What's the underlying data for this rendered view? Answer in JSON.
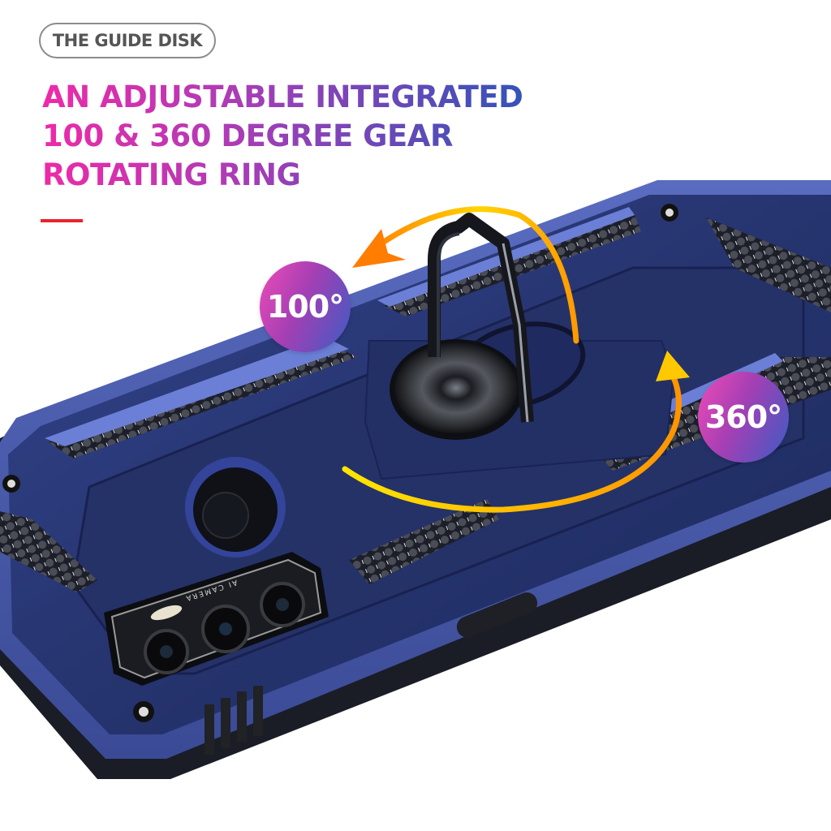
{
  "badge": {
    "label": "THE GUIDE DISK"
  },
  "headline": {
    "lines": [
      "AN ADJUSTABLE INTEGRATED",
      "100 & 360 DEGREE GEAR",
      "ROTATING RING"
    ],
    "gradient": [
      "#ee2aa8",
      "#b23bb5",
      "#7c45b7",
      "#2a55b8"
    ]
  },
  "accent_rule_color": "#e8242b",
  "rotation_badges": {
    "tilt": {
      "label": "100°"
    },
    "spin": {
      "label": "360°"
    }
  },
  "product": {
    "case_color": "#2b3a7a",
    "camera_label": "AI CAMERA",
    "arrow_colors": [
      "#ffe000",
      "#ff8a00"
    ]
  }
}
